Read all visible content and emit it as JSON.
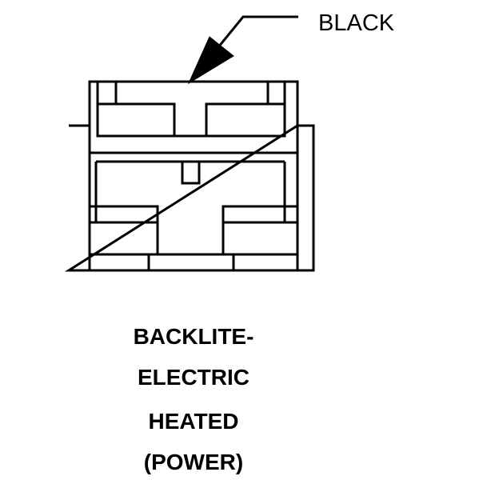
{
  "callout": {
    "label": "BLACK"
  },
  "caption": {
    "lines": [
      "BACKLITE-",
      "ELECTRIC",
      "HEATED",
      "(POWER)"
    ]
  },
  "colors": {
    "stroke": "#000000",
    "background": "#ffffff"
  }
}
